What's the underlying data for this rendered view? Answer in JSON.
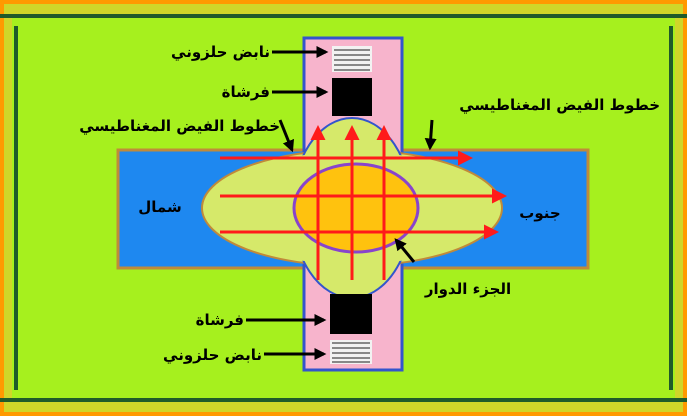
{
  "labels": {
    "spring_top": "نابض حلزوني",
    "brush_top": "فرشاة",
    "flux_left": "خطوط الفيض المغناطيسي",
    "flux_right": "خطوط الفيض المغناطيسي",
    "north": "شمال",
    "south": "جنوب",
    "rotor": "الجزء الدوار",
    "brush_bottom": "فرشاة",
    "spring_bottom": "نابض حلزوني"
  },
  "colors": {
    "background": "#a6f01e",
    "frame_outer": "#ff9900",
    "frame_band": "#cfd629",
    "frame_stripe": "#1f5a2a",
    "pole": "#1e88f0",
    "pole_edge": "#c08a3a",
    "housing_pink": "#f7b4cc",
    "housing_border": "#3355cc",
    "field_zone": "#d6e96a",
    "rotor": "#ffc20e",
    "rotor_border": "#8844cc",
    "flux_line": "#ff1a1a",
    "brush": "#000000"
  }
}
